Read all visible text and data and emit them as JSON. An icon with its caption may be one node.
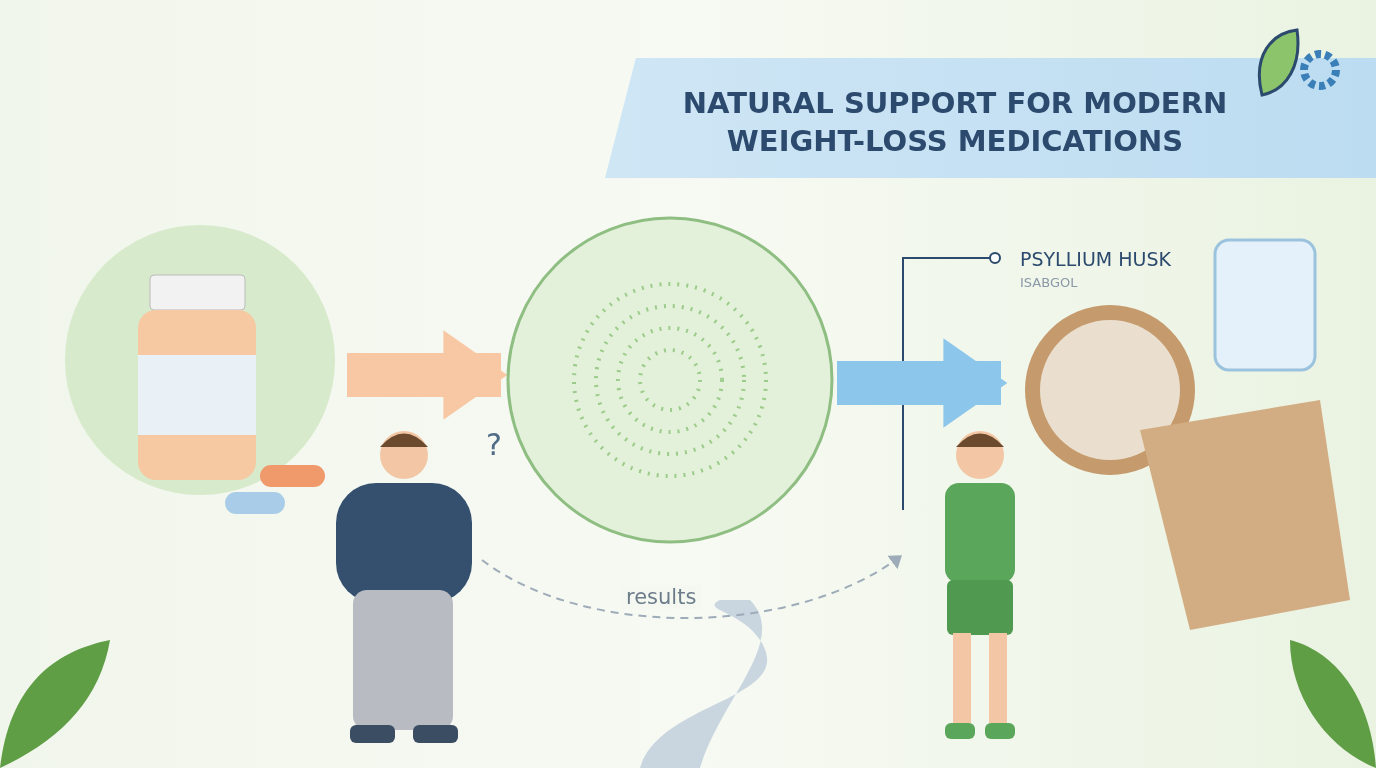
{
  "diagram": {
    "title": "NATURAL SUPPORT FOR MODERN WEIGHT-LOSS MEDICATIONS",
    "nodes": [
      {
        "text": [],
        "shape": "picture"
      },
      {
        "text": [],
        "shape": "circle"
      },
      {
        "text": [
          "PSYLLIUM HUSK",
          "ISABGOL"
        ]
      },
      {
        "text": [],
        "shape": "person",
        "beside": [
          "?"
        ]
      },
      {
        "text": [],
        "shape": "person"
      }
    ],
    "edges": [
      {
        "from": 0,
        "to": 1,
        "arrow": "to",
        "color": "#f8c8a4"
      },
      {
        "from": 1,
        "to": 2,
        "arrow": "to",
        "color": "#8cc6ea"
      },
      {
        "from": 3,
        "to": 4,
        "arrow": "to",
        "style": "dashed",
        "color": "#9eabb8",
        "label": "results"
      }
    ]
  }
}
